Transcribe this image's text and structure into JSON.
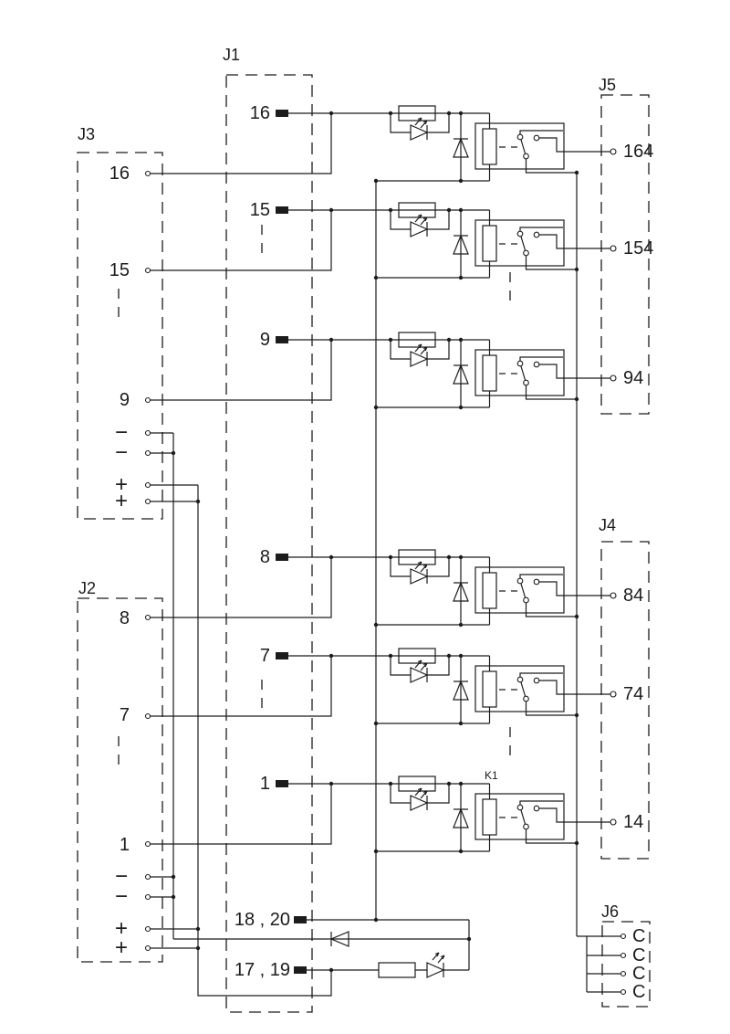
{
  "diagram": "relay-output-board-schematic",
  "colors": {
    "line": "#1c1c1c",
    "background": "#ffffff"
  },
  "connectors": {
    "j1": {
      "label": "J1",
      "pins": [
        "16",
        "15",
        "9",
        "8",
        "7",
        "1",
        "18 , 20",
        "17 , 19"
      ]
    },
    "j3": {
      "label": "J3",
      "pins": [
        "16",
        "15",
        "9",
        "−",
        "−",
        "+",
        "+"
      ]
    },
    "j2": {
      "label": "J2",
      "pins": [
        "8",
        "7",
        "1",
        "−",
        "−",
        "+",
        "+"
      ]
    },
    "j5": {
      "label": "J5",
      "pins": [
        "164",
        "154",
        "94"
      ]
    },
    "j4": {
      "label": "J4",
      "pins": [
        "84",
        "74",
        "14"
      ]
    },
    "j6": {
      "label": "J6",
      "pins": [
        "C",
        "C",
        "C",
        "C"
      ]
    }
  },
  "relay": {
    "designator": "K1"
  },
  "symbols": [
    "series-resistor",
    "indicator-led",
    "flyback-diode",
    "relay-coil",
    "relay-contact",
    "reverse-protection-diode",
    "power-led"
  ]
}
